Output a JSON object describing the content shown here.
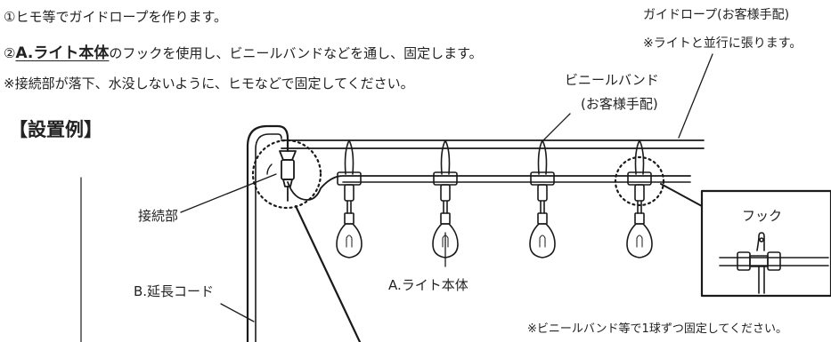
{
  "instructions": {
    "step1": "①ヒモ等でガイドロープを作ります。",
    "step2_prefix": "②",
    "step2_bold": "A.ライト本体",
    "step2_rest": "のフックを使用し、ビニールバンドなどを通し、固定します。",
    "note": "※接続部が落下、水没しないように、ヒモなどで固定してください。"
  },
  "heading": "【設置例】",
  "labels": {
    "guide_rope": "ガイドロープ(お客様手配)",
    "guide_note": "※ライトと並行に張ります。",
    "vinyl_band": "ビニールバンド",
    "vinyl_band_sub": "(お客様手配)",
    "hook": "フック",
    "connector": "接続部",
    "light_body": "A.ライト本体",
    "extension": "B.延長コード"
  },
  "bottom_note": "※ビニールバンド等で1球ずつ固定してください。",
  "colors": {
    "line": "#1a1a1a",
    "background": "#ffffff"
  }
}
